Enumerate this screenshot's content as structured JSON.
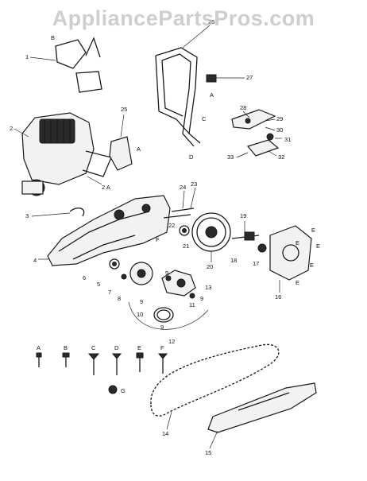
{
  "watermark": {
    "text": "AppliancePartsPros.com"
  },
  "callouts": {
    "n1": "1",
    "n2": "2",
    "n3": "3",
    "n4": "4",
    "n5": "5",
    "n6": "6",
    "n7": "7",
    "n8": "8",
    "n9": "9",
    "n10": "10",
    "n11": "11",
    "n12": "12",
    "n13": "13",
    "n14": "14",
    "n15": "15",
    "n16": "16",
    "n17": "17",
    "n18": "18",
    "n19": "19",
    "n20": "20",
    "n21": "21",
    "n22": "22",
    "n23": "23",
    "n24": "24",
    "n25": "25",
    "n26": "26",
    "n27": "27",
    "n28": "28",
    "n29": "29",
    "n30": "30",
    "n31": "31",
    "n32": "32",
    "n33": "33"
  },
  "letters": {
    "A": "A",
    "B": "B",
    "C": "C",
    "D": "D",
    "E": "E",
    "F": "F",
    "G": "G",
    "two_A": "2 A"
  },
  "fastener_legend": [
    "A",
    "B",
    "C",
    "D",
    "E",
    "F"
  ]
}
